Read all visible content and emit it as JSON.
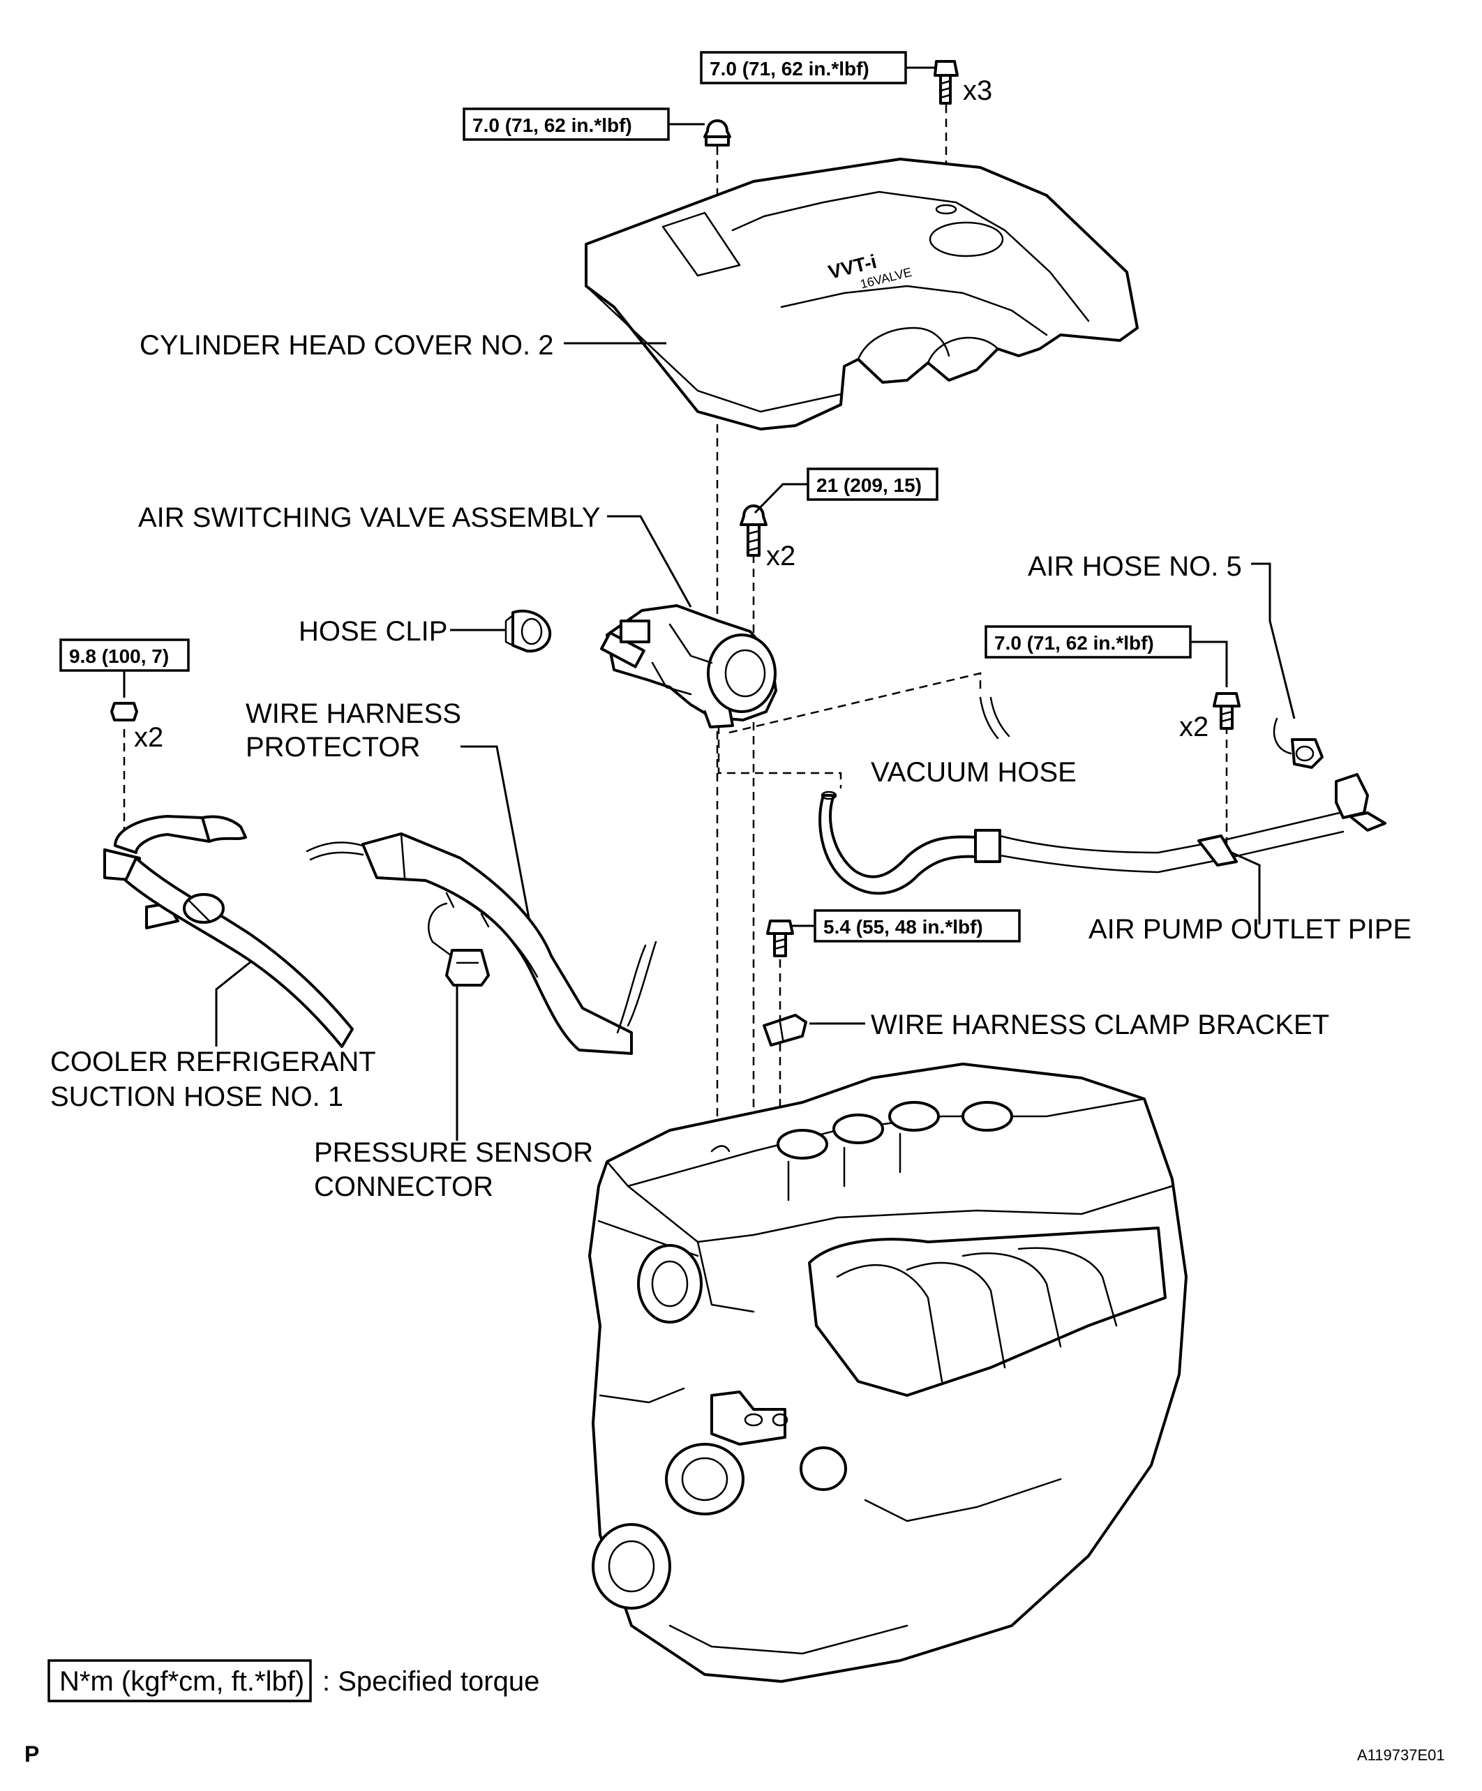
{
  "torque_specs": {
    "cover_bolts": "7.0 (71, 62 in.*lbf)",
    "cover_nut": "7.0 (71, 62 in.*lbf)",
    "valve_bolts": "21 (209, 15)",
    "hose_bracket_nuts": "9.8 (100, 7)",
    "pipe_bolts": "7.0 (71, 62 in.*lbf)",
    "clamp_bracket_bolt": "5.4 (55, 48 in.*lbf)"
  },
  "quantities": {
    "cover_bolts": "x3",
    "valve_bolts": "x2",
    "hose_bracket_nuts": "x2",
    "pipe_bolts": "x2"
  },
  "labels": {
    "cylinder_head_cover": "CYLINDER HEAD COVER NO. 2",
    "air_switching_valve": "AIR SWITCHING VALVE ASSEMBLY",
    "hose_clip": "HOSE CLIP",
    "wire_harness_protector_line1": "WIRE HARNESS",
    "wire_harness_protector_line2": "PROTECTOR",
    "air_hose_no5": "AIR HOSE NO. 5",
    "vacuum_hose": "VACUUM HOSE",
    "air_pump_outlet_pipe": "AIR PUMP OUTLET PIPE",
    "wire_harness_clamp_bracket": "WIRE HARNESS CLAMP BRACKET",
    "cooler_hose_line1": "COOLER REFRIGERANT",
    "cooler_hose_line2": "SUCTION HOSE NO. 1",
    "pressure_sensor_line1": "PRESSURE SENSOR",
    "pressure_sensor_line2": "CONNECTOR",
    "cover_emblem_line1": "VVT-i",
    "cover_emblem_line2": "16VALVE"
  },
  "legend": {
    "unit_box": "N*m (kgf*cm, ft.*lbf)",
    "description": ": Specified torque"
  },
  "footer": {
    "page_marker": "P",
    "figure_id": "A119737E01"
  }
}
